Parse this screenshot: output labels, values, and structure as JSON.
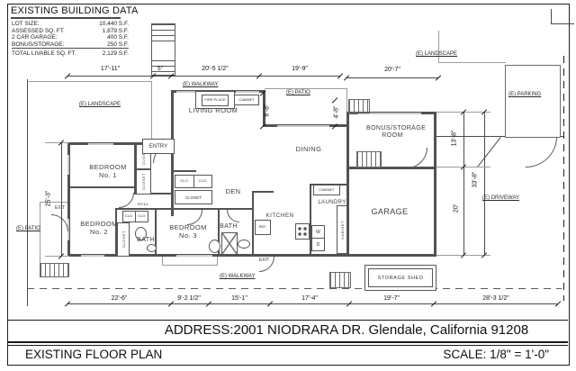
{
  "building_data": {
    "title": "EXISTING BUILDING DATA",
    "rows": [
      {
        "label": "LOT SIZE:",
        "value": "10,440 S.F."
      },
      {
        "label": "ASSESSED SQ. FT.",
        "value": "1,879 S.F."
      },
      {
        "label": "2 CAR GARAGE:",
        "value": "400 S.F."
      },
      {
        "label": "BONUS/STORAGE:",
        "value": "250 S.F."
      },
      {
        "label": "TOTAL LIVABLE SQ. FT.",
        "value": "2,129 S.F."
      }
    ]
  },
  "rooms": {
    "living_room": "LIVING ROOM",
    "dining": "DINING",
    "den": "DEN",
    "kitchen": "KITCHEN",
    "laundry": "LAUNDRY",
    "garage": "GARAGE",
    "bonus_storage": "BONUS/STORAGE ROOM",
    "bedroom1": "BEDROOM No. 1",
    "bedroom2": "BEDROOM No. 2",
    "bedroom3": "BEDROOM No. 3",
    "bath": "BATH",
    "entry": "ENTRY",
    "hall": "HALL",
    "storage_shed": "STORAGE SHED"
  },
  "labels": {
    "fireplace": "FIRE PLACE",
    "cabinet": "CABINET",
    "closet": "CLOSET",
    "clo": "CLO.",
    "ref": "REF.",
    "exit": "EXIT",
    "washer": "W",
    "dryer": "D"
  },
  "site": {
    "landscape": "(E) LANDSCAPE",
    "walkway": "(E) WALKWAY",
    "patio": "(E) PATIO",
    "parking": "(E) PARKING",
    "driveway": "(E) DRIVEWAY"
  },
  "dims": {
    "top": [
      "17'-11\"",
      "5\"",
      "20'-5 1/2\"",
      "19'-9\"",
      "20'-7\""
    ],
    "bottom": [
      "22'-6\"",
      "9'-2 1/2\"",
      "15'-1\"",
      "17'-4\"",
      "19'-7\"",
      "28'-3 1/2\""
    ],
    "left": [
      "25'-3\""
    ],
    "right": [
      "13'-8\"",
      "33'-8\"",
      "20'"
    ],
    "inner": [
      "6'-8\"",
      "4'-8\""
    ]
  },
  "footer": {
    "address": "ADDRESS:2001 NIODRARA DR. Glendale, California 91208",
    "title": "EXISTING FLOOR PLAN",
    "scale": "SCALE: 1/8\" = 1'-0\""
  },
  "colors": {
    "wall": "#525252",
    "line": "#4a4a4a",
    "paper": "#ffffff"
  }
}
